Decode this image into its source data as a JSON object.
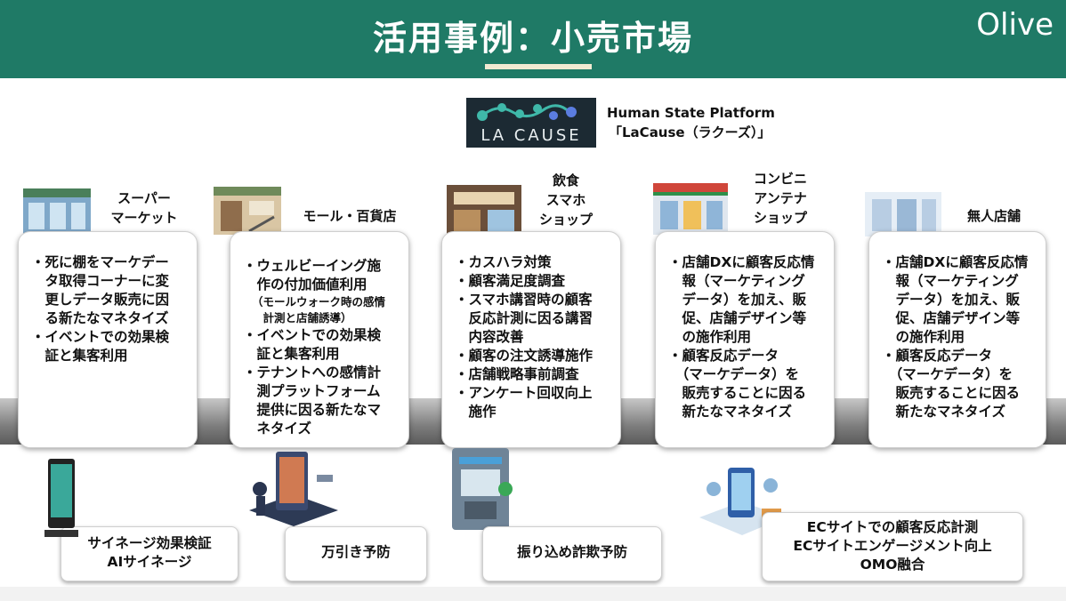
{
  "header": {
    "title": "活用事例：小売市場",
    "brand": "Olive"
  },
  "platform": {
    "logo_text": "LA CAUSE",
    "name_line1": "Human State Platform",
    "name_line2": "「LaCause（ラクーズ）」"
  },
  "colors": {
    "header_bg": "#1f7a66",
    "underline": "#f1ead2",
    "logo_bg": "#1c2a33",
    "logo_dot": "#3fb8a9"
  },
  "categories": [
    {
      "label_lines": [
        "スーパー",
        "マーケット"
      ],
      "icon": "supermarket-icon",
      "items": [
        {
          "text": "・死に棚をマーケデー",
          "sub": false
        },
        {
          "text": "　タ取得コーナーに変",
          "sub": false
        },
        {
          "text": "　更しデータ販売に因",
          "sub": false
        },
        {
          "text": "　る新たなマネタイズ",
          "sub": false
        },
        {
          "text": "・イベントでの効果検",
          "sub": false
        },
        {
          "text": "　証と集客利用",
          "sub": false
        }
      ]
    },
    {
      "label_lines": [
        "モール・百貨店"
      ],
      "icon": "mall-icon",
      "items": [
        {
          "text": "・ウェルビーイング施",
          "sub": false
        },
        {
          "text": "　作の付加価値利用",
          "sub": false
        },
        {
          "text": "（モールウォーク時の感情",
          "sub": true
        },
        {
          "text": "　計測と店舗誘導）",
          "sub": true
        },
        {
          "text": "・イベントでの効果検",
          "sub": false
        },
        {
          "text": "　証と集客利用",
          "sub": false
        },
        {
          "text": "・テナントへの感情計",
          "sub": false
        },
        {
          "text": "　測プラットフォーム",
          "sub": false
        },
        {
          "text": "　提供に因る新たなマ",
          "sub": false
        },
        {
          "text": "　ネタイズ",
          "sub": false
        }
      ]
    },
    {
      "label_lines": [
        "飲食",
        "スマホ",
        "ショップ"
      ],
      "icon": "cafe-shop-icon",
      "items": [
        {
          "text": "・カスハラ対策",
          "sub": false
        },
        {
          "text": "・顧客満足度調査",
          "sub": false
        },
        {
          "text": "・スマホ講習時の顧客",
          "sub": false
        },
        {
          "text": "　反応計測に因る講習",
          "sub": false
        },
        {
          "text": "　内容改善",
          "sub": false
        },
        {
          "text": "・顧客の注文誘導施作",
          "sub": false
        },
        {
          "text": "・店舗戦略事前調査",
          "sub": false
        },
        {
          "text": "・アンケート回収向上",
          "sub": false
        },
        {
          "text": "　施作",
          "sub": false
        }
      ]
    },
    {
      "label_lines": [
        "コンビニ",
        "アンテナ",
        "ショップ"
      ],
      "icon": "convenience-store-icon",
      "items": [
        {
          "text": "・店舗DXに顧客反応情",
          "sub": false
        },
        {
          "text": "　報（マーケティング",
          "sub": false
        },
        {
          "text": "　データ）を加え、販",
          "sub": false
        },
        {
          "text": "　促、店舗デザイン等",
          "sub": false
        },
        {
          "text": "　の施作利用",
          "sub": false
        },
        {
          "text": "・顧客反応データ",
          "sub": false
        },
        {
          "text": "　（マーケデータ）を",
          "sub": false
        },
        {
          "text": "　販売することに因る",
          "sub": false
        },
        {
          "text": "　新たなマネタイズ",
          "sub": false
        }
      ]
    },
    {
      "label_lines": [
        "無人店舗"
      ],
      "icon": "unmanned-store-icon",
      "items": [
        {
          "text": "・店舗DXに顧客反応情",
          "sub": false
        },
        {
          "text": "　報（マーケティング",
          "sub": false
        },
        {
          "text": "　データ）を加え、販",
          "sub": false
        },
        {
          "text": "　促、店舗デザイン等",
          "sub": false
        },
        {
          "text": "　の施作利用",
          "sub": false
        },
        {
          "text": "・顧客反応データ",
          "sub": false
        },
        {
          "text": "　（マーケデータ）を",
          "sub": false
        },
        {
          "text": "　販売することに因る",
          "sub": false
        },
        {
          "text": "　新たなマネタイズ",
          "sub": false
        }
      ]
    }
  ],
  "bottom_cases": [
    {
      "lines": [
        "サイネージ効果検証",
        "AIサイネージ"
      ],
      "icon": "signage-kiosk-icon"
    },
    {
      "lines": [
        "万引き予防"
      ],
      "icon": "security-camera-icon"
    },
    {
      "lines": [
        "振り込め詐欺予防"
      ],
      "icon": "atm-icon"
    },
    {
      "lines": [
        "ECサイトでの顧客反応計測",
        "ECサイトエンゲージメント向上",
        "OMO融合"
      ],
      "icon": "ecommerce-icon"
    }
  ]
}
